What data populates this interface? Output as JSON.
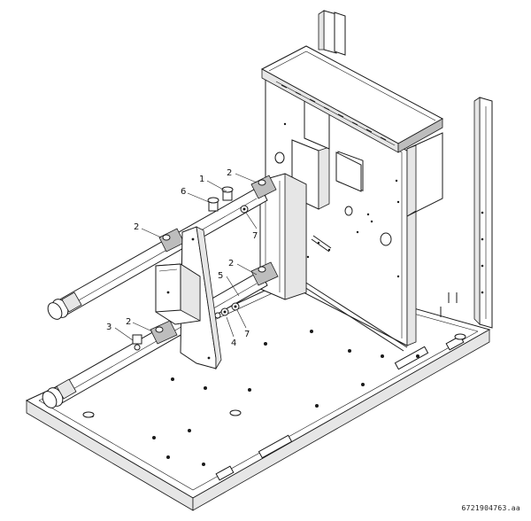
{
  "drawing": {
    "document_number": "6721904763.aa",
    "callouts": {
      "c1": "1",
      "c2a": "2",
      "c2b": "2",
      "c2c": "2",
      "c2d": "2",
      "c3": "3",
      "c4": "4",
      "c5": "5",
      "c6": "6",
      "c7a": "7",
      "c7b": "7"
    }
  }
}
